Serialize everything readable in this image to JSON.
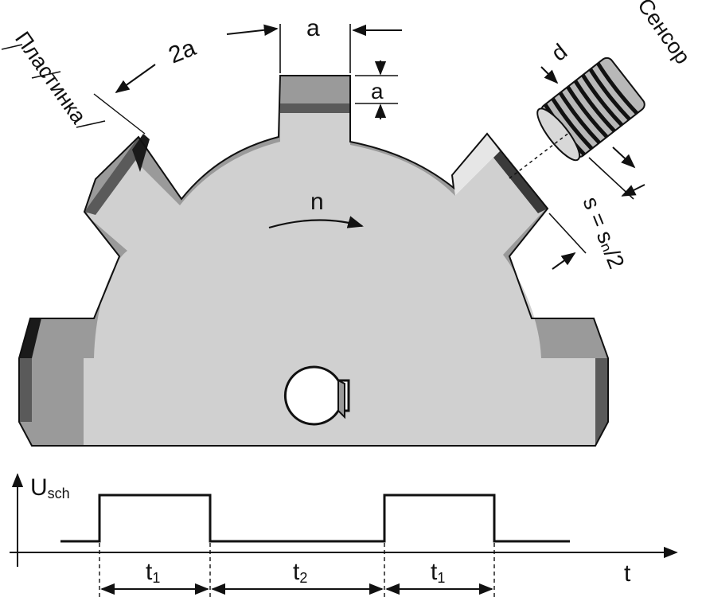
{
  "labels": {
    "plate": "Пластинка",
    "sensor": "Сенсор",
    "tooth_width": "a",
    "tooth_height": "a",
    "gap_width": "2a",
    "rotation": "n",
    "diameter": "d",
    "distance": "s = sₙ/2",
    "voltage_main": "U",
    "voltage_sub": "sch",
    "time_axis": "t",
    "t1_left_main": "t",
    "t1_left_sub": "1",
    "t2_main": "t",
    "t2_sub": "2",
    "t1_right_main": "t",
    "t1_right_sub": "1"
  },
  "colors": {
    "body_light": "#d0d0d0",
    "body_mid": "#9a9a9a",
    "body_dark": "#5a5a5a",
    "edge_black": "#1a1a1a",
    "sensor_grey": "#b8b8b8",
    "line": "#111111"
  }
}
